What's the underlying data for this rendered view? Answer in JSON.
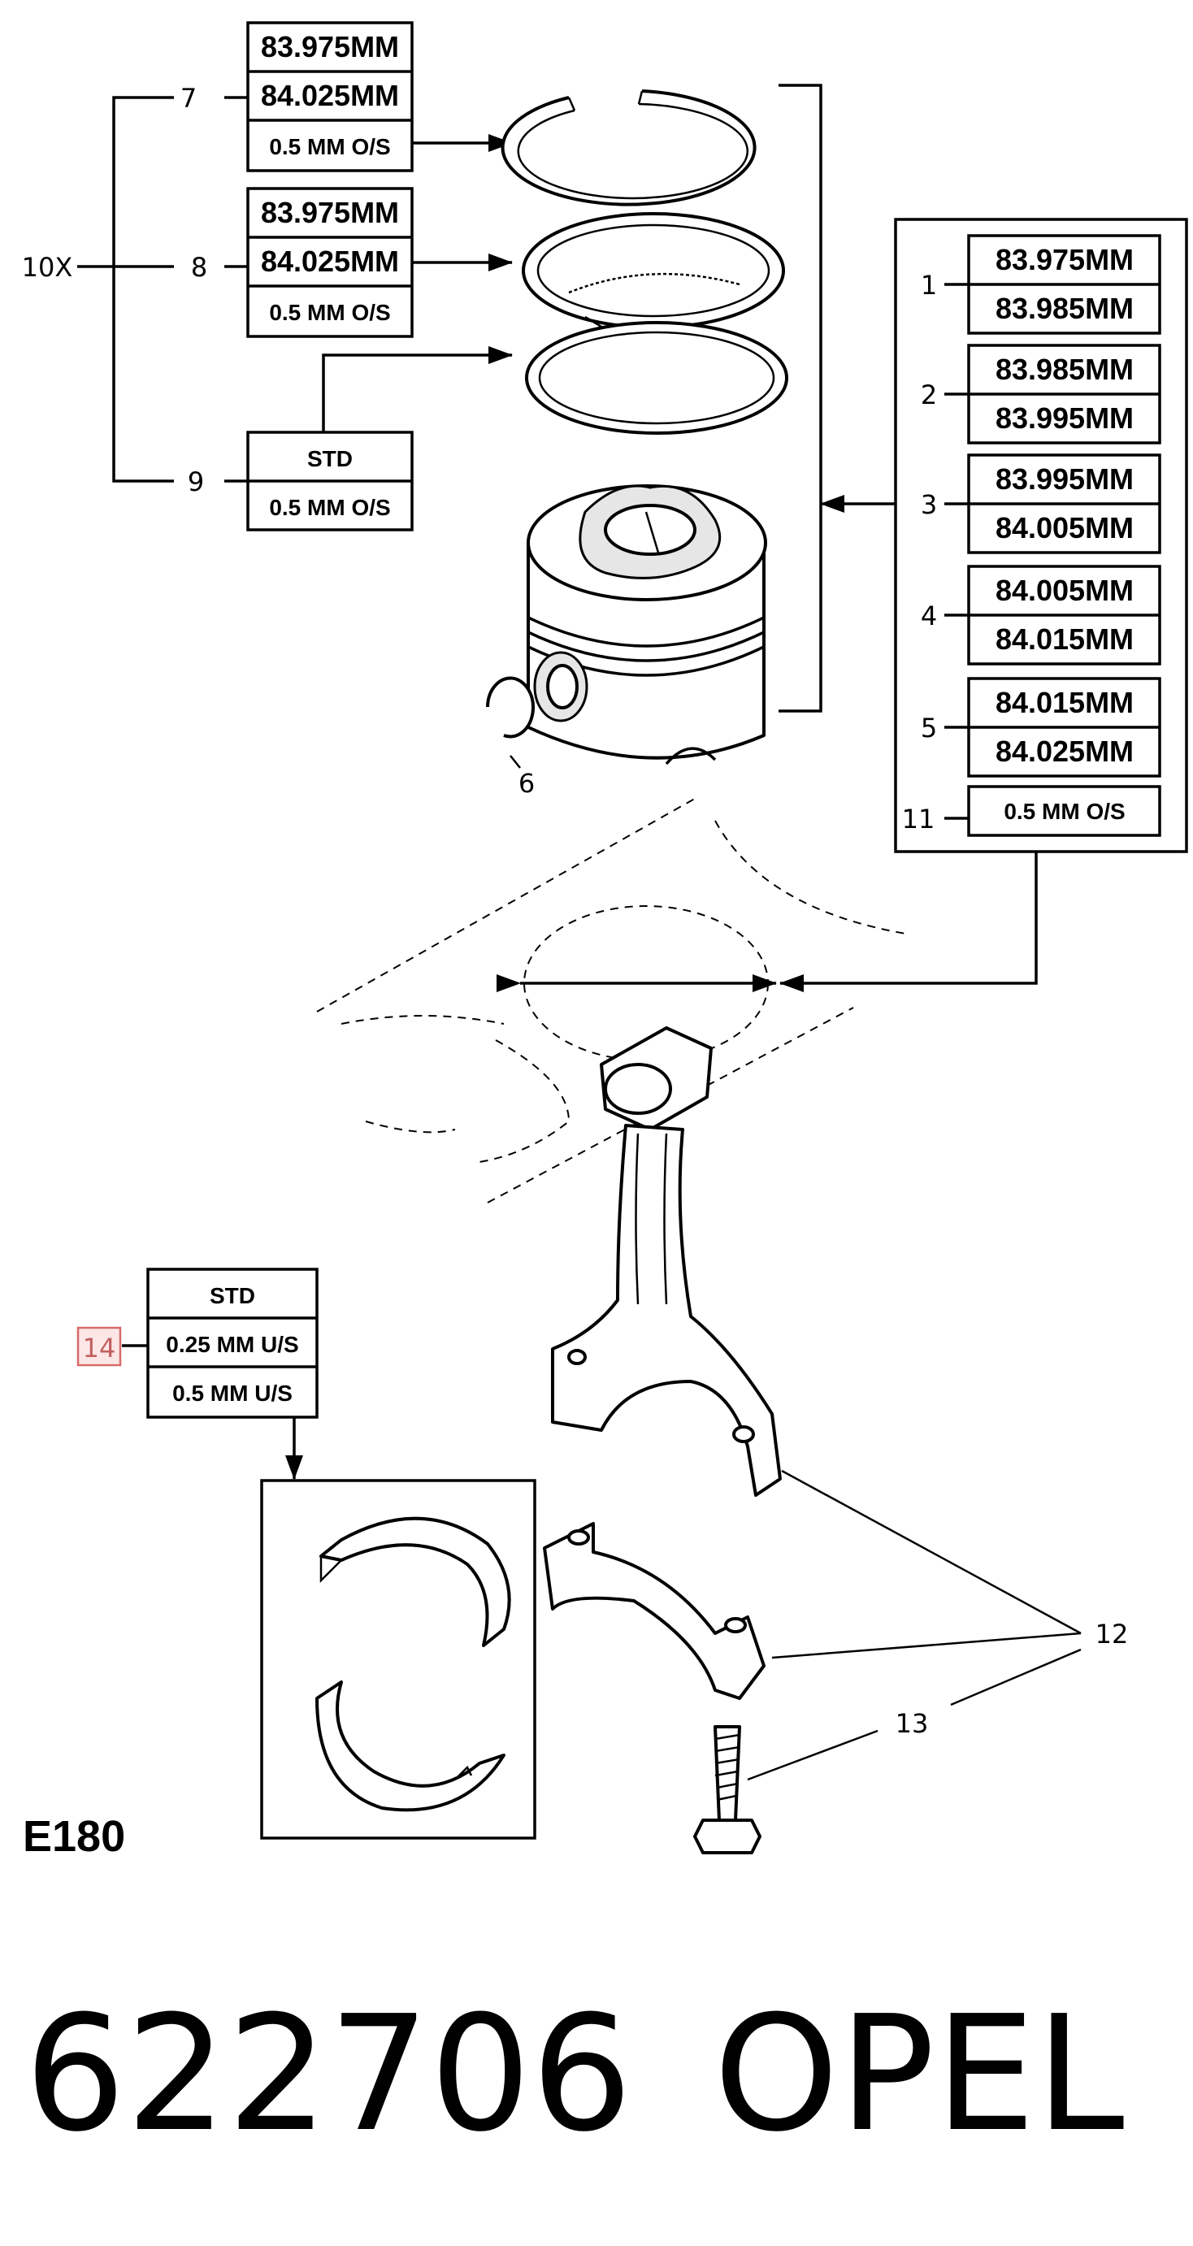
{
  "top_left": {
    "ring7": {
      "callout": "7",
      "values": [
        "83.975MM",
        "84.025MM",
        "0.5 MM O/S"
      ]
    },
    "ring8": {
      "callout": "8",
      "values": [
        "83.975MM",
        "84.025MM",
        "0.5 MM O/S"
      ]
    },
    "ring9": {
      "callout": "9",
      "values": [
        "STD",
        "0.5 MM O/S"
      ]
    },
    "quantity": "10X"
  },
  "piston_ring_callout": "6",
  "bore_grades": [
    {
      "callout": "1",
      "values": [
        "83.975MM",
        "83.985MM"
      ]
    },
    {
      "callout": "2",
      "values": [
        "83.985MM",
        "83.995MM"
      ]
    },
    {
      "callout": "3",
      "values": [
        "83.995MM",
        "84.005MM"
      ]
    },
    {
      "callout": "4",
      "values": [
        "84.005MM",
        "84.015MM"
      ]
    },
    {
      "callout": "5",
      "values": [
        "84.015MM",
        "84.025MM"
      ]
    },
    {
      "callout": "11",
      "values": [
        "0.5 MM O/S"
      ]
    }
  ],
  "bearing": {
    "callout": "14",
    "values": [
      "STD",
      "0.25 MM U/S",
      "0.5 MM U/S"
    ]
  },
  "conrod_callout": "12",
  "bolt_callout": "13",
  "engine_code": "E180",
  "part_number": "622706",
  "brand": "OPEL"
}
